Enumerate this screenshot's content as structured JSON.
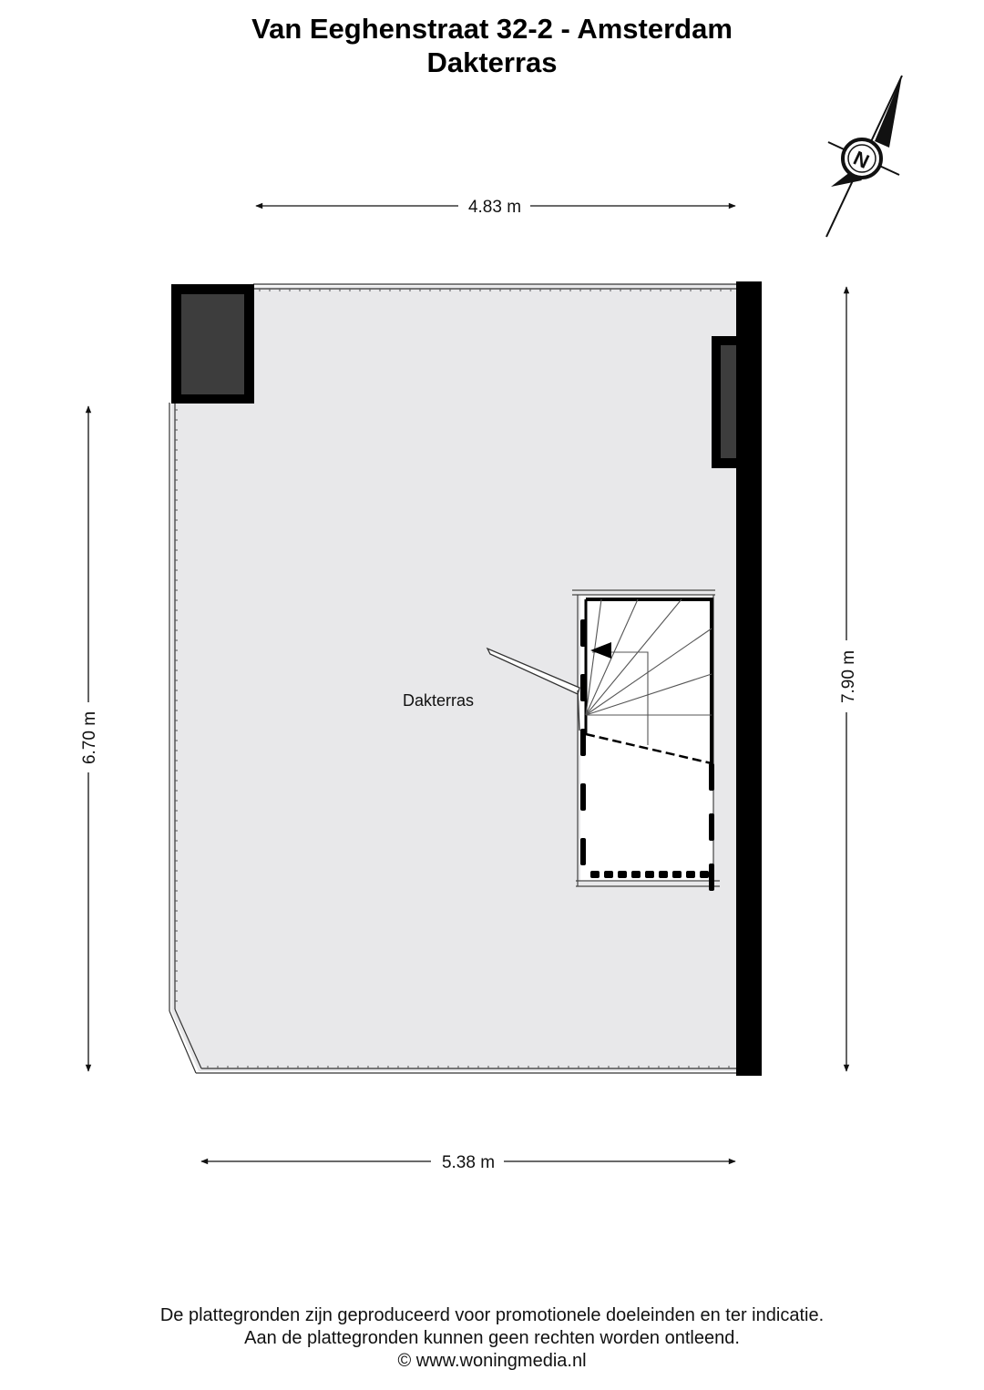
{
  "header": {
    "title": "Van Eeghenstraat 32-2 - Amsterdam",
    "subtitle": "Dakterras"
  },
  "compass": {
    "label": "N",
    "icon": "north-arrow-icon"
  },
  "dimensions": {
    "top_width": "4.83 m",
    "bottom_width": "5.38 m",
    "left_height": "6.70 m",
    "right_height": "7.90 m"
  },
  "rooms": [
    {
      "label": "Dakterras"
    }
  ],
  "colors": {
    "floor": "#e8e8ea",
    "wall": "#000000",
    "chimney_fill": "#3d3d3d"
  },
  "footer": {
    "line1": "De plattegronden zijn geproduceerd voor promotionele doeleinden en ter indicatie.",
    "line2": "Aan de plattegronden kunnen geen rechten worden ontleend.",
    "line3": "© www.woningmedia.nl"
  }
}
